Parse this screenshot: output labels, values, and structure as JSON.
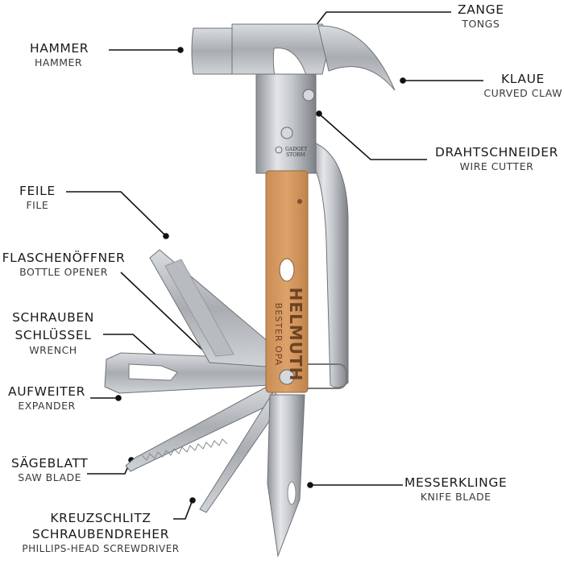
{
  "labels": {
    "zange": {
      "de": "ZANGE",
      "en": "TONGS"
    },
    "hammer": {
      "de": "HAMMER",
      "en": "HAMMER"
    },
    "klaue": {
      "de": "KLAUE",
      "en": "CURVED CLAW"
    },
    "drahtschneider": {
      "de": "DRAHTSCHNEIDER",
      "en": "WIRE CUTTER"
    },
    "feile": {
      "de": "FEILE",
      "en": "FILE"
    },
    "flaschenoeffner": {
      "de": "FLASCHENÖFFNER",
      "en": "BOTTLE OPENER"
    },
    "schraubenschluessel": {
      "de1": "SCHRAUBEN",
      "de2": "SCHLÜSSEL",
      "en": "WRENCH"
    },
    "aufweiter": {
      "de": "AUFWEITER",
      "en": "EXPANDER"
    },
    "saegeblatt": {
      "de": "SÄGEBLATT",
      "en": "SAW BLADE"
    },
    "messerklinge": {
      "de": "MESSERKLINGE",
      "en": "KNIFE BLADE"
    },
    "kreuzschlitz": {
      "de1": "KREUZSCHLITZ",
      "de2": "SCHRAUBENDREHER",
      "en": "PHILLIPS-HEAD SCREWDRIVER"
    }
  },
  "engraving": {
    "name": "HELMUTH",
    "subtitle": "BESTER OPA"
  },
  "logo": {
    "line1": "GADGET",
    "line2": "STORM"
  }
}
